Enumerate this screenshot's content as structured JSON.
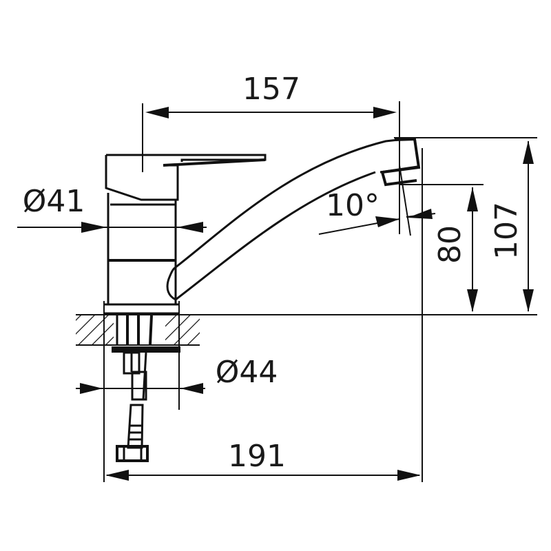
{
  "title": "Single-lever sink mixer — dimensional drawing",
  "colors": {
    "ink": "#111111",
    "background": "#ffffff"
  },
  "dimensions": {
    "spout_reach": {
      "label": "157",
      "unit": "mm"
    },
    "body_diameter": {
      "label": "Ø41",
      "unit": "mm"
    },
    "base_diameter": {
      "label": "Ø44",
      "unit": "mm"
    },
    "overall_length": {
      "label": "191",
      "unit": "mm"
    },
    "spout_angle": {
      "label": "10°",
      "unit": "deg"
    },
    "outlet_height": {
      "label": "80",
      "unit": "mm"
    },
    "overall_height": {
      "label": "107",
      "unit": "mm"
    }
  },
  "parts": [
    "lever-handle",
    "mixer-body",
    "swivel-spout",
    "aerator",
    "mounting-base",
    "countertop-section",
    "fixing-stud",
    "flexible-hose",
    "hose-nut"
  ]
}
